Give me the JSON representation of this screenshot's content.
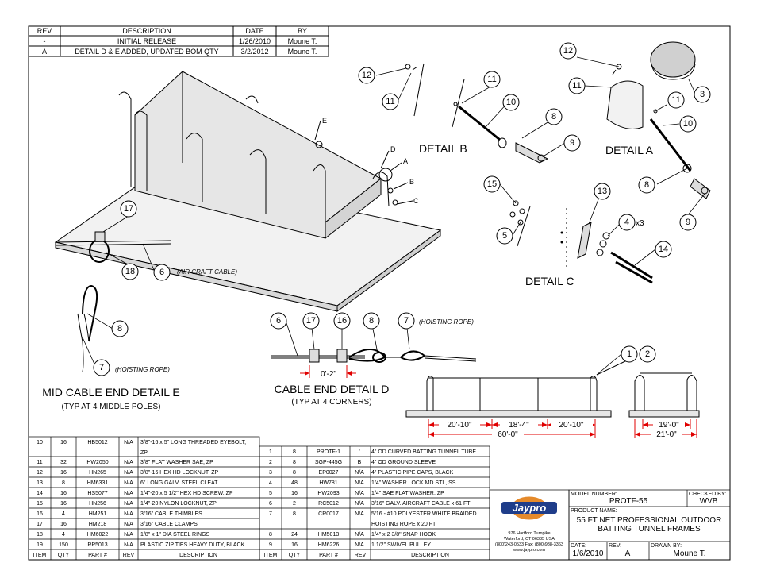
{
  "revisions": {
    "headers": [
      "REV",
      "DESCRIPTION",
      "DATE",
      "BY"
    ],
    "rows": [
      [
        "-",
        "INITIAL RELEASE",
        "1/26/2010",
        "Moune  T."
      ],
      [
        "A",
        "DETAIL D & E ADDED, UPDATED BOM QTY",
        "3/2/2012",
        "Moune  T."
      ]
    ]
  },
  "detail_labels": {
    "detail_a": "DETAIL  A",
    "detail_b": "DETAIL  B",
    "detail_c": "DETAIL  C",
    "mid_cable_title": "MID CABLE END DETAIL E",
    "mid_cable_sub": "(TYP AT 4 MIDDLE POLES)",
    "cable_end_title": "CABLE END DETAIL D",
    "cable_end_sub": "(TYP AT 4 CORNERS)"
  },
  "view_letters": [
    "E",
    "D",
    "A",
    "B",
    "C"
  ],
  "annotations": {
    "aircraft_cable": "(AIR CRAFT CABLE)",
    "hoisting_rope": "(HOISTING ROPE)",
    "x3": "x3"
  },
  "dimensions": {
    "clamp_gap": "0'-2\"",
    "d1": "20'-10\"",
    "d2": "18'-4\"",
    "d3": "20'-10\"",
    "total_length": "60'-0\"",
    "width_inner": "19'-0\"",
    "width_outer": "21'-0\""
  },
  "callouts": {
    "detail_a": [
      "12",
      "11",
      "3",
      "11",
      "10",
      "8",
      "9"
    ],
    "detail_b": [
      "12",
      "11",
      "11",
      "10",
      "8",
      "9"
    ],
    "detail_c": [
      "15",
      "13",
      "5",
      "4",
      "14"
    ],
    "detail_e": [
      "17",
      "18",
      "6",
      "8",
      "7"
    ],
    "detail_d": [
      "6",
      "17",
      "16",
      "8",
      "7"
    ],
    "views": [
      "1",
      "2"
    ]
  },
  "bom": {
    "headers": [
      "ITEM",
      "QTY",
      "PART #",
      "REV",
      "DESCRIPTION"
    ],
    "left_rows": [
      [
        "10",
        "16",
        "HB5012",
        "N/A",
        "3/8\"-16 x 5\" LONG THREADED EYEBOLT,",
        "ZP"
      ],
      [
        "11",
        "32",
        "HW2050",
        "N/A",
        "3/8\" FLAT WASHER SAE, ZP",
        ""
      ],
      [
        "12",
        "16",
        "HN265",
        "N/A",
        "3/8\"-16 HEX HD LOCKNUT, ZP",
        ""
      ],
      [
        "13",
        "8",
        "HM6331",
        "N/A",
        "6\" LONG GALV. STEEL CLEAT",
        ""
      ],
      [
        "14",
        "16",
        "HS5077",
        "N/A",
        "1/4\"-20 x 5 1/2\"  HEX HD SCREW, ZP",
        ""
      ],
      [
        "15",
        "16",
        "HN256",
        "N/A",
        "1/4\"-20 NYLON LOCKNUT, ZP",
        ""
      ],
      [
        "16",
        "4",
        "HM251",
        "N/A",
        "3/16\" CABLE THIMBLES",
        ""
      ],
      [
        "17",
        "16",
        "HM218",
        "N/A",
        "3/16\" CABLE CLAMPS",
        ""
      ],
      [
        "18",
        "4",
        "HM6022",
        "N/A",
        "1/8\" x 1\" DIA STEEL RINGS",
        ""
      ],
      [
        "19",
        "150",
        "RP5013",
        "N/A",
        "PLASTIC ZIP TIES HEAVY DUTY, BLACK",
        ""
      ]
    ],
    "right_rows": [
      [
        "1",
        "8",
        "PROTF-1",
        "'",
        "4\" OD CURVED BATTING TUNNEL TUBE",
        ""
      ],
      [
        "2",
        "8",
        "SGP-445G",
        "B",
        "4\" OD GROUND SLEEVE",
        ""
      ],
      [
        "3",
        "8",
        "EP0027",
        "N/A",
        "4\" PLASTIC PIPE CAPS, BLACK",
        ""
      ],
      [
        "4",
        "48",
        "HW781",
        "N/A",
        "1/4\" WASHER LOCK MD STL, SS",
        ""
      ],
      [
        "5",
        "16",
        "HW2093",
        "N/A",
        "1/4\" SAE FLAT WASHER, ZP",
        ""
      ],
      [
        "6",
        "2",
        "RC5012",
        "N/A",
        "3/16\" GALV. AIRCRAFT CABLE x 61 FT",
        ""
      ],
      [
        "7",
        "8",
        "CR0017",
        "N/A",
        "5/16 - #10 POLYESTER WHITE BRAIDED",
        "HOISTING ROPE x 20 FT"
      ],
      [
        "8",
        "24",
        "HM5013",
        "N/A",
        "1/4\" x 2 3/8\" SNAP HOOK",
        ""
      ],
      [
        "9",
        "16",
        "HM6226",
        "N/A",
        "1 1/2\" SWIVEL PULLEY",
        ""
      ]
    ]
  },
  "company": {
    "logo_text": "Jaypro",
    "address1": "976 Hartford Turnpike",
    "address2": "Waterford, CT 06385 USA",
    "phone": "(800)243-0533  Fax: (800)988-3363",
    "web": "www.jaypro.com"
  },
  "title_block": {
    "model_label": "MODEL NUMBER:",
    "model_value": "PROTF-55",
    "checked_label": "CHECKED BY:",
    "checked_value": "WVB",
    "product_label": "PRODUCT NAME:",
    "product_line1": "55 FT NET PROFESSIONAL OUTDOOR",
    "product_line2": "BATTING TUNNEL FRAMES",
    "date_label": "DATE:",
    "date_value": "1/6/2010",
    "rev_label": "REV:",
    "rev_value": "A",
    "drawn_label": "DRAWN BY:",
    "drawn_value": "Moune  T."
  },
  "colors": {
    "dimension": "#e00000",
    "logo_blue": "#1f3d8a",
    "logo_orange": "#e58a2b"
  }
}
